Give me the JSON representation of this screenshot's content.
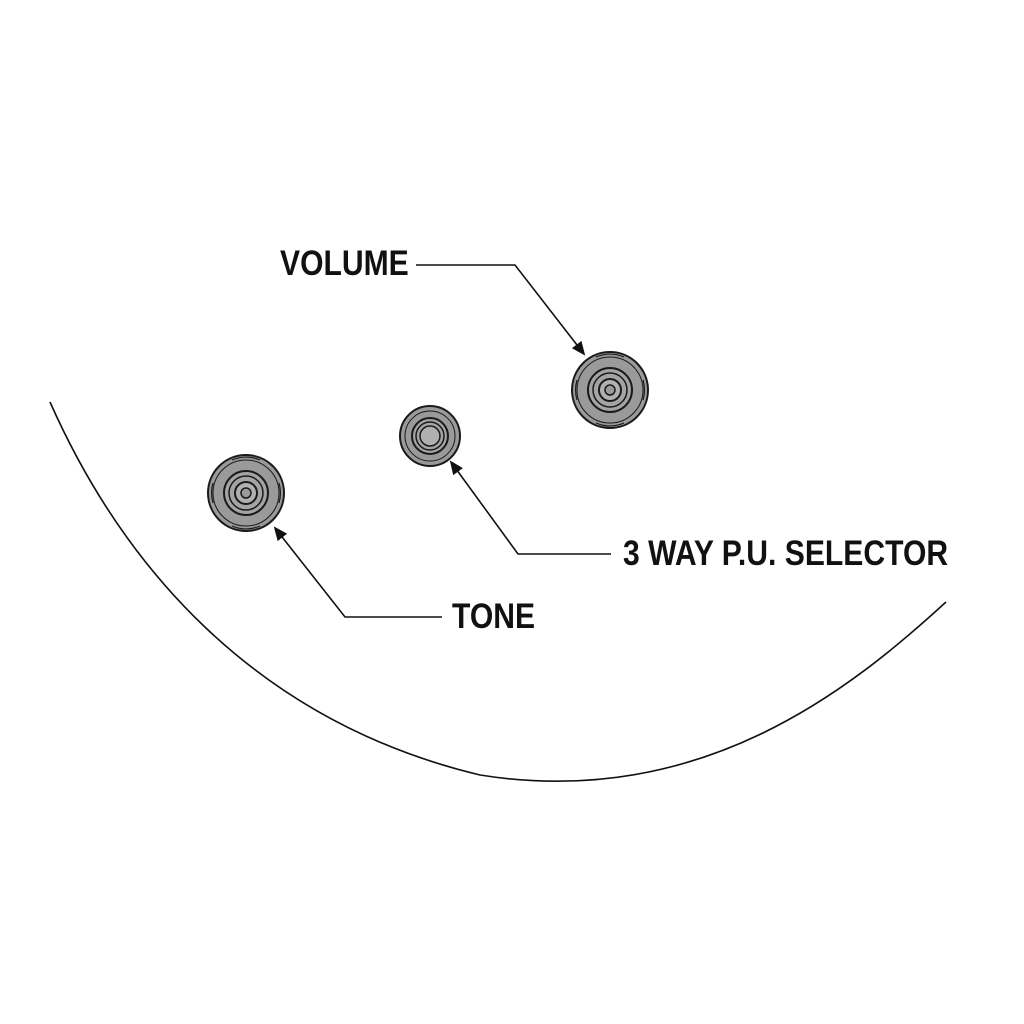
{
  "diagram": {
    "labels": {
      "volume": "VOLUME",
      "selector": "3 WAY P.U. SELECTOR",
      "tone": "TONE"
    },
    "colors": {
      "background": "#ffffff",
      "line": "#111111",
      "knob_fill": "#9a9a9a",
      "knob_ring": "#1a1a1a"
    },
    "controls": [
      {
        "id": "volume",
        "icon": "knob-icon"
      },
      {
        "id": "selector",
        "icon": "switch-tip-icon"
      },
      {
        "id": "tone",
        "icon": "knob-icon"
      }
    ]
  }
}
